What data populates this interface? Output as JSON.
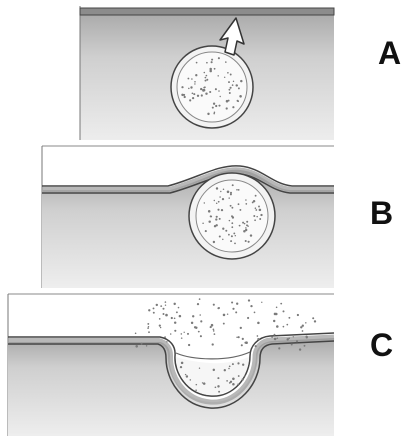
{
  "diagram": {
    "panels": [
      {
        "label": "A"
      },
      {
        "label": "B"
      },
      {
        "label": "C"
      }
    ]
  },
  "colors": {
    "cytoplasm": "#d9d9d9",
    "membrane": "#555555",
    "vesicle_fill": "#f4f4f4",
    "particle": "#7a7a7a",
    "outline": "#666666"
  }
}
